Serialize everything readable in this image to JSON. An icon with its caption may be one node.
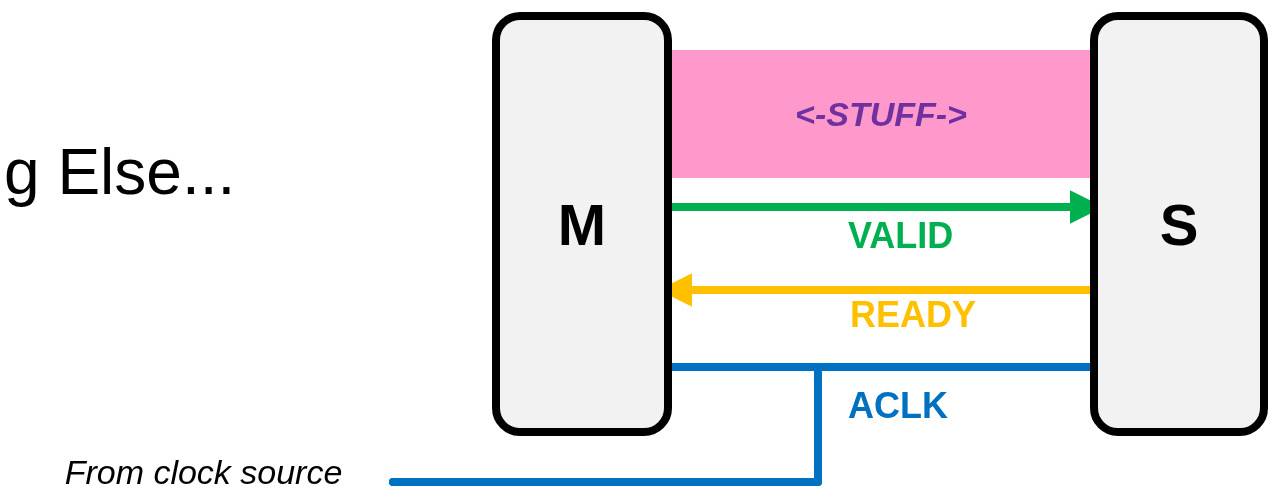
{
  "diagram": {
    "nodes": [
      {
        "text": [
          "M"
        ]
      },
      {
        "text": [
          "S"
        ]
      },
      {
        "text": [
          "<-STUFF->"
        ]
      },
      {
        "text": [
          "From clock source"
        ]
      }
    ],
    "edges": [
      {
        "from": 0,
        "to": 1,
        "arrow": "to",
        "label": "VALID",
        "color": "#00b050"
      },
      {
        "from": 1,
        "to": 0,
        "arrow": "to",
        "label": "READY",
        "color": "#ffc000"
      },
      {
        "from": 3,
        "to": 0,
        "arrow": "none",
        "color": "#0070c0"
      },
      {
        "from": 3,
        "to": 1,
        "arrow": "none",
        "label": "ACLK",
        "color": "#0070c0"
      }
    ],
    "labels": [
      "g Else..."
    ]
  }
}
